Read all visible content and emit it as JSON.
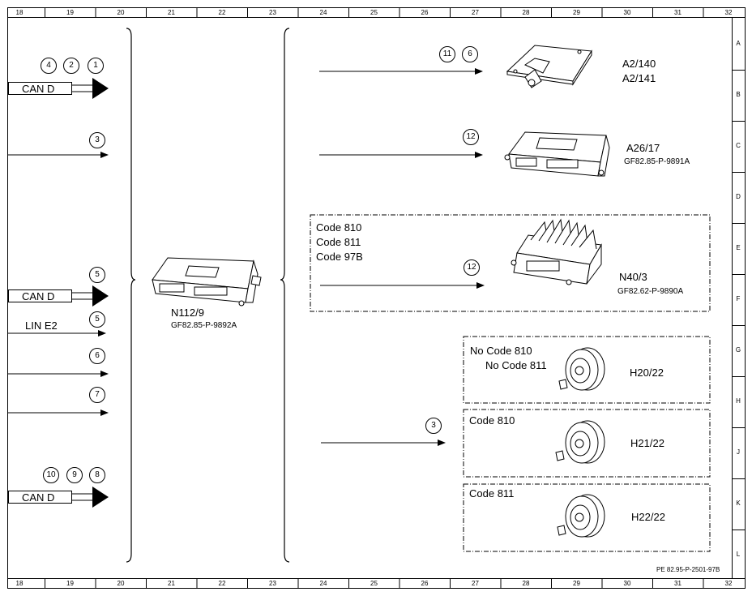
{
  "frame": {
    "columns": [
      "18",
      "19",
      "20",
      "21",
      "22",
      "23",
      "24",
      "25",
      "26",
      "27",
      "28",
      "29",
      "30",
      "31",
      "32"
    ],
    "rows": [
      "A",
      "B",
      "C",
      "D",
      "E",
      "F",
      "G",
      "H",
      "J",
      "K",
      "L"
    ]
  },
  "inputs": {
    "bus_top": "CAN D",
    "bus_mid": "CAN D",
    "lin": "LIN E2",
    "bus_bottom": "CAN D",
    "refs_top": [
      "4",
      "2",
      "1"
    ],
    "ref_3": "3",
    "ref_5a": "5",
    "ref_5b": "5",
    "ref_6": "6",
    "ref_7": "7",
    "refs_bottom": [
      "10",
      "9",
      "8"
    ]
  },
  "center": {
    "name": "N112/9",
    "doc": "GF82.85-P-9892A"
  },
  "outputs": {
    "a2": {
      "refs": [
        "11",
        "6"
      ],
      "name1": "A2/140",
      "name2": "A2/141"
    },
    "a26": {
      "ref": "12",
      "name": "A26/17",
      "doc": "GF82.85-P-9891A"
    },
    "n40": {
      "codes": [
        "Code 810",
        "Code 811",
        "Code 97B"
      ],
      "ref": "12",
      "name": "N40/3",
      "doc": "GF82.62-P-9890A"
    },
    "speakers": {
      "ref": "3",
      "h20": {
        "code1": "No Code 810",
        "code2": "No Code 811",
        "name": "H20/22"
      },
      "h21": {
        "code": "Code 810",
        "name": "H21/22"
      },
      "h22": {
        "code": "Code 811",
        "name": "H22/22"
      }
    }
  },
  "footer_ref": "PE 82.95-P-2501-97B"
}
